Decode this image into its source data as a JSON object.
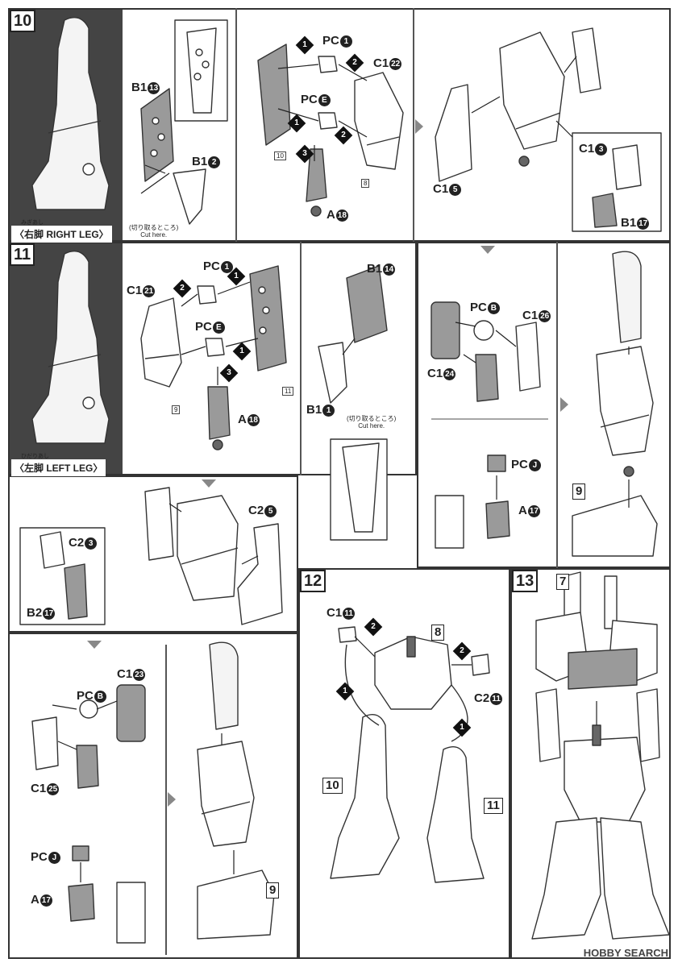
{
  "steps": {
    "s10": "10",
    "s11": "11",
    "s12": "12",
    "s13": "13"
  },
  "legs": {
    "right": {
      "ruby": "みぎあし",
      "title": "〈右脚 RIGHT LEG〉"
    },
    "left": {
      "ruby": "ひだりあし",
      "title": "〈左脚 LEFT LEG〉"
    }
  },
  "cut": {
    "jp": "(切り取るところ)",
    "en": "Cut here."
  },
  "sub_refs": {
    "r7": "7",
    "r8": "8",
    "r9": "9",
    "r10": "10",
    "r11": "11"
  },
  "tags": {
    "t10": "10",
    "t8": "8",
    "t9": "9",
    "t11": "11"
  },
  "seq": {
    "one": "1",
    "two": "2",
    "three": "3"
  },
  "parts": {
    "b1_13": {
      "name": "B1",
      "num": "13"
    },
    "b1_2": {
      "name": "B1",
      "num": "2"
    },
    "pc_1": {
      "name": "PC",
      "num": "1"
    },
    "c1_22": {
      "name": "C1",
      "num": "22"
    },
    "pc_e": {
      "name": "PC",
      "num": "E"
    },
    "a_18": {
      "name": "A",
      "num": "18"
    },
    "c1_5": {
      "name": "C1",
      "num": "5"
    },
    "c1_3": {
      "name": "C1",
      "num": "3"
    },
    "b1_17": {
      "name": "B1",
      "num": "17"
    },
    "c1_21": {
      "name": "C1",
      "num": "21"
    },
    "b1_14": {
      "name": "B1",
      "num": "14"
    },
    "b1_1": {
      "name": "B1",
      "num": "1"
    },
    "pc_b": {
      "name": "PC",
      "num": "B"
    },
    "c1_26": {
      "name": "C1",
      "num": "26"
    },
    "c1_24": {
      "name": "C1",
      "num": "24"
    },
    "pc_j": {
      "name": "PC",
      "num": "J"
    },
    "a_17": {
      "name": "A",
      "num": "17"
    },
    "c2_5": {
      "name": "C2",
      "num": "5"
    },
    "c2_3": {
      "name": "C2",
      "num": "3"
    },
    "b2_17": {
      "name": "B2",
      "num": "17"
    },
    "c1_23": {
      "name": "C1",
      "num": "23"
    },
    "c1_25": {
      "name": "C1",
      "num": "25"
    },
    "c1_11": {
      "name": "C1",
      "num": "11"
    },
    "c2_11": {
      "name": "C2",
      "num": "11"
    }
  },
  "watermark": "HOBBY SEARCH",
  "colors": {
    "line": "#333333",
    "panel": "#444444",
    "arrow": "#888888",
    "tone": "#9a9a9a"
  }
}
